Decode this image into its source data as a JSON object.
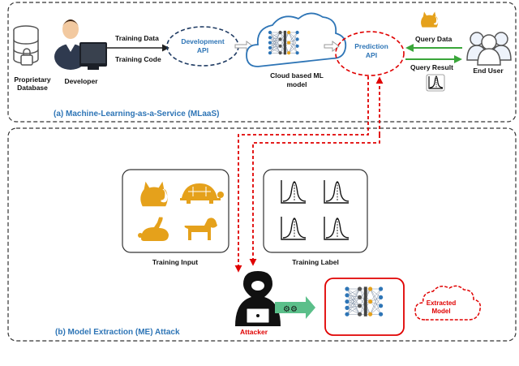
{
  "mlaas": {
    "section_title": "(a) Machine-Learning-as-a-Service (MLaaS)",
    "database_line1": "Proprietary",
    "database_line2": "Database",
    "developer_label": "Developer",
    "training_data_label": "Training Data",
    "training_code_label": "Training Code",
    "dev_api_line1": "Development",
    "dev_api_line2": "API",
    "cloud_line1": "Cloud based ML",
    "cloud_line2": "model",
    "pred_api_line1": "Prediction",
    "pred_api_line2": "API",
    "query_data_label": "Query Data",
    "query_result_label": "Query Result",
    "end_user_label": "End User"
  },
  "attack": {
    "section_title": "(b) Model Extraction (ME) Attack",
    "training_input_label": "Training Input",
    "training_label_label": "Training Label",
    "attacker_label": "Attacker",
    "extracted_line1": "Extracted",
    "extracted_line2": "Model"
  },
  "colors": {
    "accent_blue": "#2e75b6",
    "attack_red": "#e00000",
    "icon_orange": "#e5a11b",
    "query_green": "#3aa63a"
  }
}
